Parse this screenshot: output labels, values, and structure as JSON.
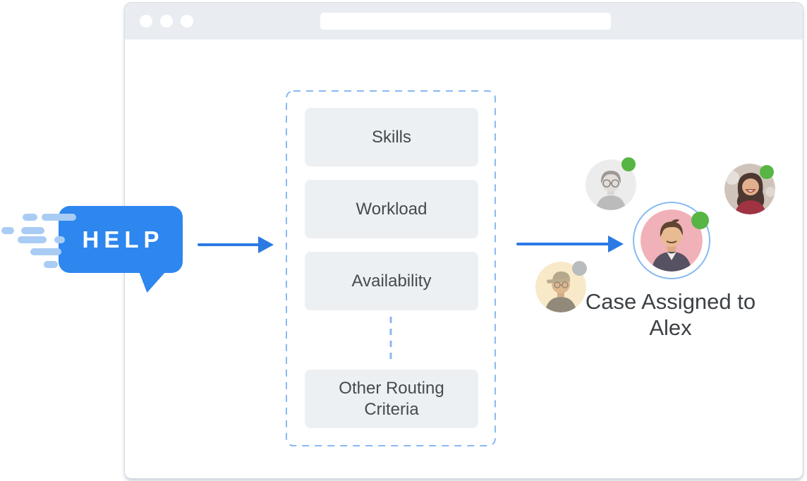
{
  "window": {
    "address_bar": {
      "value": ""
    }
  },
  "help_bubble": {
    "label": "HELP"
  },
  "routing_criteria": {
    "items": [
      "Skills",
      "Workload",
      "Availability",
      "Other Routing Criteria"
    ]
  },
  "result": {
    "caption": "Case Assigned to Alex",
    "assignee": "Alex"
  },
  "agents": [
    {
      "avatar": "man-with-glasses-avatar",
      "status": "available"
    },
    {
      "avatar": "woman-avatar",
      "status": "available"
    },
    {
      "avatar": "alex-avatar",
      "status": "available",
      "selected": true
    },
    {
      "avatar": "man-with-cap-avatar",
      "status": "away"
    }
  ],
  "colors": {
    "bubble_blue": "#2e86ef",
    "arrow_blue": "#2b7ae3",
    "dashed_blue": "#8ab8f2",
    "speed_line_blue": "#a9ccf4",
    "card_grey": "#edf0f3",
    "topbar_grey": "#e9edf2",
    "status_green": "#57b544",
    "status_grey": "#b9bcbe",
    "alex_ring_blue": "#85bbf2",
    "alex_avatar_pink": "#f1b1b8",
    "cap_avatar_yellow": "#f8e9c8",
    "caption_text": "#3d4145"
  }
}
